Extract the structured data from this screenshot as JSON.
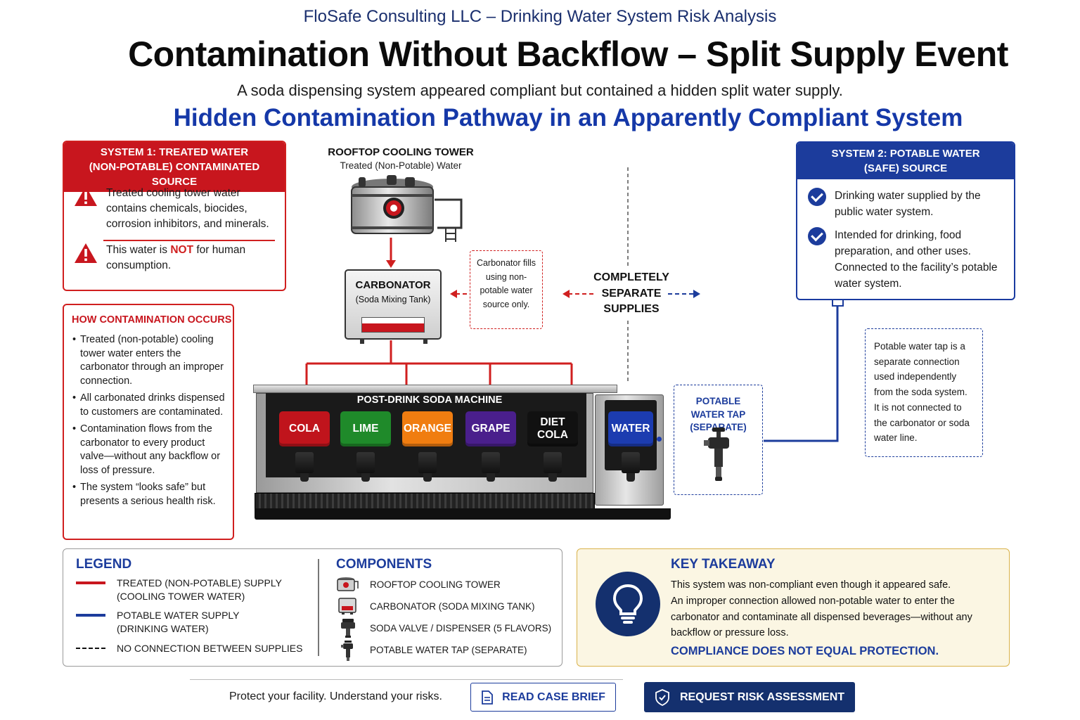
{
  "header": {
    "kicker": "FloSafe Consulting LLC – Drinking Water System Risk Analysis",
    "title": "Contamination Without Backflow – Split Supply Event",
    "subtitle": "A soda dispensing system appeared compliant but contained a hidden split water supply.",
    "section_title": "Hidden Contamination Pathway in an Apparently Compliant System"
  },
  "system1": {
    "head_line1": "SYSTEM 1: TREATED WATER",
    "head_line2": "(NON-POTABLE) CONTAMINATED SOURCE",
    "warning1": "Treated cooling tower water contains chemicals, biocides, corrosion inhibitors, and minerals.",
    "warning2_pre": "This water is ",
    "warning2_not": "NOT",
    "warning2_post": " for human consumption."
  },
  "contamination": {
    "title": "HOW CONTAMINATION OCCURS",
    "bullets": [
      "Treated (non-potable) cooling tower water enters the carbonator through an improper connection.",
      "All carbonated drinks dispensed to customers are contaminated.",
      "Contamination flows from the carbonator to every product valve—without any backflow or loss of pressure.",
      "The system “looks safe” but presents a serious health risk."
    ]
  },
  "tower": {
    "title": "ROOFTOP COOLING TOWER",
    "subtitle": "Treated (Non-Potable) Water"
  },
  "carbonator": {
    "title": "CARBONATOR",
    "subtitle": "(Soda Mixing Tank)",
    "note": "Carbonator fills using non-potable water source only."
  },
  "separate": {
    "text": "COMPLETELY SEPARATE SUPPLIES"
  },
  "system2": {
    "head_line1": "SYSTEM 2: POTABLE WATER",
    "head_line2": "(SAFE) SOURCE",
    "point1": "Drinking water supplied by the public water system.",
    "point2": "Intended for drinking, food preparation, and other uses. Connected to the facility’s potable water system."
  },
  "tap_note": "Potable water tap is a separate connection used independently from the soda system. It is not connected to the carbonator or soda water line.",
  "tap_label": "POTABLE WATER TAP (SEPARATE)",
  "machine": {
    "title": "POST-DRINK SODA MACHINE",
    "valves": [
      {
        "label": "COLA",
        "color": "#c0141c"
      },
      {
        "label": "LIME",
        "color": "#1f8a2a"
      },
      {
        "label": "ORANGE",
        "color": "#f07d10"
      },
      {
        "label": "GRAPE",
        "color": "#4a1f8c"
      },
      {
        "label": "DIET COLA",
        "color": "#111111"
      }
    ],
    "water": {
      "label": "WATER",
      "color": "#1c3cb0"
    }
  },
  "legend": {
    "title": "LEGEND",
    "items": [
      {
        "label": "TREATED (NON-POTABLE) SUPPLY",
        "label2": "(COOLING TOWER WATER)",
        "color": "#c8161e"
      },
      {
        "label": "POTABLE WATER SUPPLY",
        "label2": "(DRINKING WATER)",
        "color": "#1c3c9c"
      },
      {
        "label": "NO CONNECTION BETWEEN SUPPLIES",
        "label2": "",
        "color": "#111111"
      }
    ]
  },
  "components": {
    "title": "COMPONENTS",
    "items": [
      {
        "label": "ROOFTOP COOLING TOWER",
        "icon": "cooling-tower-icon"
      },
      {
        "label": "CARBONATOR (SODA MIXING TANK)",
        "icon": "carbonator-icon"
      },
      {
        "label": "SODA VALVE / DISPENSER (5 FLAVORS)",
        "icon": "soda-valve-icon"
      },
      {
        "label": "POTABLE WATER TAP (SEPARATE)",
        "icon": "water-tap-icon"
      }
    ]
  },
  "takeaway": {
    "title": "KEY TAKEAWAY",
    "line1": "This system was non-compliant even though it appeared safe.",
    "body": "An improper connection allowed non-potable water to enter the carbonator and contaminate all dispensed beverages—without any backflow or pressure loss.",
    "emphasis": "COMPLIANCE DOES NOT EQUAL PROTECTION."
  },
  "footer": {
    "tagline": "Protect your facility. Understand your risks.",
    "read_button": "READ CASE BRIEF",
    "request_button": "REQUEST RISK ASSESSMENT"
  }
}
